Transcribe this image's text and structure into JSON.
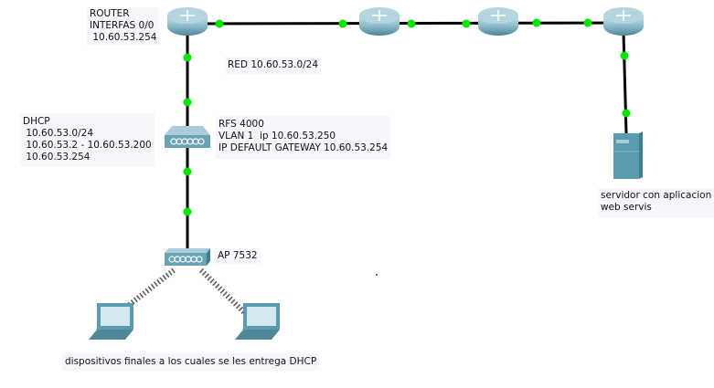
{
  "labels": {
    "router": [
      "ROUTER",
      "INTERFAS 0/0",
      " 10.60.53.254"
    ],
    "network": "RED 10.60.53.0/24",
    "dhcp": [
      "DHCP",
      " 10.60.53.0/24",
      " 10.60.53.2 - 10.60.53.200",
      " 10.60.53.254"
    ],
    "rfs": [
      "RFS 4000",
      "VLAN 1  ip 10.60.53.250",
      "IP DEFAULT GATEWAY 10.60.53.254"
    ],
    "ap": "AP 7532",
    "server": [
      "servidor con aplicacion",
      "web servis"
    ],
    "endpoints": "dispositivos finales a los cuales se les entrega DHCP"
  },
  "colors": {
    "link": "#000000",
    "port_up": "#00e600",
    "device": "#5a9bb0",
    "label_bg": "#f5f7fc"
  }
}
